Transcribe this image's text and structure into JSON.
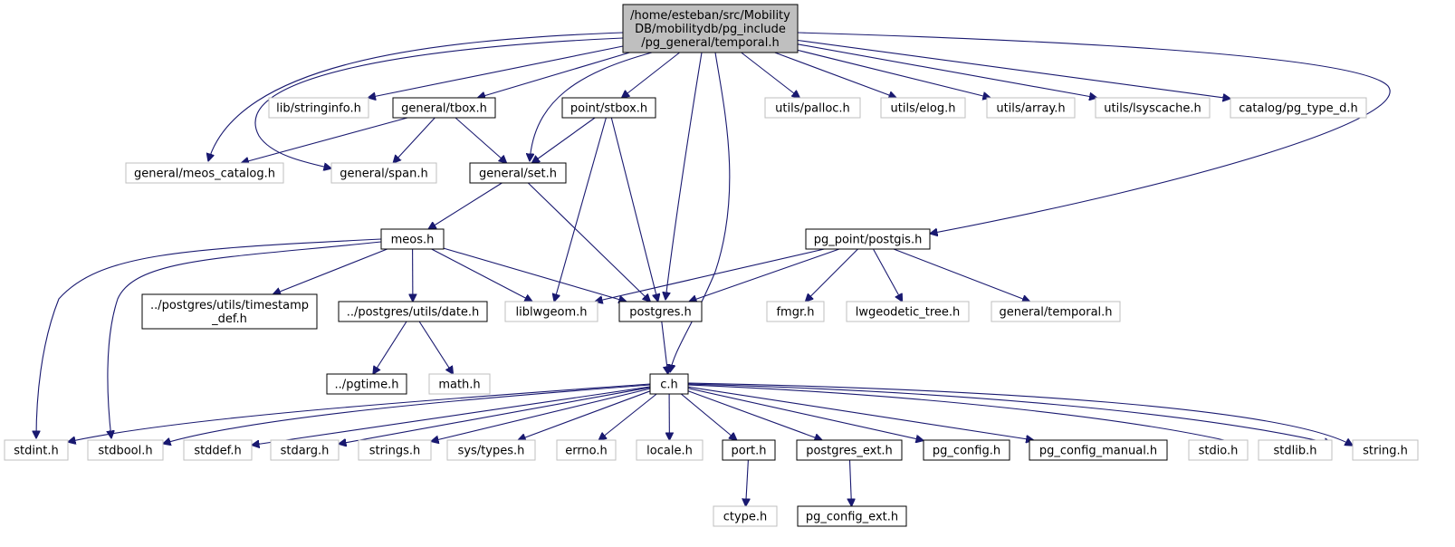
{
  "diagram": {
    "colors": {
      "edge": "#191970",
      "node_border_internal": "#000000",
      "node_border_external": "#bfbfbf",
      "root_fill": "#bfbfbf",
      "node_fill": "#ffffff"
    },
    "nodes": [
      {
        "id": "root",
        "kind": "root",
        "lines": [
          "/home/esteban/src/Mobility",
          "DB/mobilitydb/pg_include",
          "/pg_general/temporal.h"
        ]
      },
      {
        "id": "stringinfo",
        "kind": "external",
        "lines": [
          "lib/stringinfo.h"
        ]
      },
      {
        "id": "tbox",
        "kind": "internal",
        "lines": [
          "general/tbox.h"
        ]
      },
      {
        "id": "stbox",
        "kind": "internal",
        "lines": [
          "point/stbox.h"
        ]
      },
      {
        "id": "palloc",
        "kind": "external",
        "lines": [
          "utils/palloc.h"
        ]
      },
      {
        "id": "elog",
        "kind": "external",
        "lines": [
          "utils/elog.h"
        ]
      },
      {
        "id": "array",
        "kind": "external",
        "lines": [
          "utils/array.h"
        ]
      },
      {
        "id": "lsyscache",
        "kind": "external",
        "lines": [
          "utils/lsyscache.h"
        ]
      },
      {
        "id": "pgtyped",
        "kind": "external",
        "lines": [
          "catalog/pg_type_d.h"
        ]
      },
      {
        "id": "meoscatalog",
        "kind": "external",
        "lines": [
          "general/meos_catalog.h"
        ]
      },
      {
        "id": "span",
        "kind": "external",
        "lines": [
          "general/span.h"
        ]
      },
      {
        "id": "set",
        "kind": "internal",
        "lines": [
          "general/set.h"
        ]
      },
      {
        "id": "meos",
        "kind": "internal",
        "lines": [
          "meos.h"
        ]
      },
      {
        "id": "postgis",
        "kind": "internal",
        "lines": [
          "pg_point/postgis.h"
        ]
      },
      {
        "id": "timestamp",
        "kind": "internal",
        "lines": [
          "../postgres/utils/timestamp",
          "_def.h"
        ]
      },
      {
        "id": "date",
        "kind": "internal",
        "lines": [
          "../postgres/utils/date.h"
        ]
      },
      {
        "id": "liblwgeom",
        "kind": "external",
        "lines": [
          "liblwgeom.h"
        ]
      },
      {
        "id": "postgres",
        "kind": "internal",
        "lines": [
          "postgres.h"
        ]
      },
      {
        "id": "fmgr",
        "kind": "external",
        "lines": [
          "fmgr.h"
        ]
      },
      {
        "id": "lwgeodetic",
        "kind": "external",
        "lines": [
          "lwgeodetic_tree.h"
        ]
      },
      {
        "id": "gentemporal",
        "kind": "external",
        "lines": [
          "general/temporal.h"
        ]
      },
      {
        "id": "pgtime",
        "kind": "internal",
        "lines": [
          "../pgtime.h"
        ]
      },
      {
        "id": "math",
        "kind": "external",
        "lines": [
          "math.h"
        ]
      },
      {
        "id": "ch",
        "kind": "internal",
        "lines": [
          "c.h"
        ]
      },
      {
        "id": "stdint",
        "kind": "external",
        "lines": [
          "stdint.h"
        ]
      },
      {
        "id": "stdbool",
        "kind": "external",
        "lines": [
          "stdbool.h"
        ]
      },
      {
        "id": "stddef",
        "kind": "external",
        "lines": [
          "stddef.h"
        ]
      },
      {
        "id": "stdarg",
        "kind": "external",
        "lines": [
          "stdarg.h"
        ]
      },
      {
        "id": "strings",
        "kind": "external",
        "lines": [
          "strings.h"
        ]
      },
      {
        "id": "systypes",
        "kind": "external",
        "lines": [
          "sys/types.h"
        ]
      },
      {
        "id": "errno",
        "kind": "external",
        "lines": [
          "errno.h"
        ]
      },
      {
        "id": "locale",
        "kind": "external",
        "lines": [
          "locale.h"
        ]
      },
      {
        "id": "port",
        "kind": "internal",
        "lines": [
          "port.h"
        ]
      },
      {
        "id": "postgresext",
        "kind": "internal",
        "lines": [
          "postgres_ext.h"
        ]
      },
      {
        "id": "pgconfig",
        "kind": "internal",
        "lines": [
          "pg_config.h"
        ]
      },
      {
        "id": "pgconfigmanual",
        "kind": "internal",
        "lines": [
          "pg_config_manual.h"
        ]
      },
      {
        "id": "stdio",
        "kind": "external",
        "lines": [
          "stdio.h"
        ]
      },
      {
        "id": "stdlib",
        "kind": "external",
        "lines": [
          "stdlib.h"
        ]
      },
      {
        "id": "string",
        "kind": "external",
        "lines": [
          "string.h"
        ]
      },
      {
        "id": "ctype",
        "kind": "external",
        "lines": [
          "ctype.h"
        ]
      },
      {
        "id": "pgconfigext",
        "kind": "internal",
        "lines": [
          "pg_config_ext.h"
        ]
      }
    ],
    "edges": [
      [
        "root",
        "stringinfo"
      ],
      [
        "root",
        "tbox"
      ],
      [
        "root",
        "stbox"
      ],
      [
        "root",
        "palloc"
      ],
      [
        "root",
        "elog"
      ],
      [
        "root",
        "array"
      ],
      [
        "root",
        "lsyscache"
      ],
      [
        "root",
        "pgtyped"
      ],
      [
        "root",
        "meoscatalog"
      ],
      [
        "root",
        "span"
      ],
      [
        "root",
        "set"
      ],
      [
        "root",
        "postgres"
      ],
      [
        "root",
        "ch"
      ],
      [
        "root",
        "postgis"
      ],
      [
        "tbox",
        "meoscatalog"
      ],
      [
        "tbox",
        "span"
      ],
      [
        "tbox",
        "set"
      ],
      [
        "stbox",
        "set"
      ],
      [
        "stbox",
        "liblwgeom"
      ],
      [
        "stbox",
        "postgres"
      ],
      [
        "set",
        "meos"
      ],
      [
        "set",
        "postgres"
      ],
      [
        "meos",
        "stdint"
      ],
      [
        "meos",
        "stdbool"
      ],
      [
        "meos",
        "timestamp"
      ],
      [
        "meos",
        "date"
      ],
      [
        "meos",
        "liblwgeom"
      ],
      [
        "meos",
        "postgres"
      ],
      [
        "postgis",
        "liblwgeom"
      ],
      [
        "postgis",
        "postgres"
      ],
      [
        "postgis",
        "fmgr"
      ],
      [
        "postgis",
        "lwgeodetic"
      ],
      [
        "postgis",
        "gentemporal"
      ],
      [
        "date",
        "pgtime"
      ],
      [
        "date",
        "math"
      ],
      [
        "postgres",
        "ch"
      ],
      [
        "ch",
        "stdint"
      ],
      [
        "ch",
        "stdbool"
      ],
      [
        "ch",
        "stddef"
      ],
      [
        "ch",
        "stdarg"
      ],
      [
        "ch",
        "strings"
      ],
      [
        "ch",
        "systypes"
      ],
      [
        "ch",
        "errno"
      ],
      [
        "ch",
        "locale"
      ],
      [
        "ch",
        "port"
      ],
      [
        "ch",
        "postgresext"
      ],
      [
        "ch",
        "pgconfig"
      ],
      [
        "ch",
        "pgconfigmanual"
      ],
      [
        "ch",
        "stdio"
      ],
      [
        "ch",
        "stdlib"
      ],
      [
        "ch",
        "string"
      ],
      [
        "port",
        "ctype"
      ],
      [
        "postgresext",
        "pgconfigext"
      ]
    ]
  }
}
